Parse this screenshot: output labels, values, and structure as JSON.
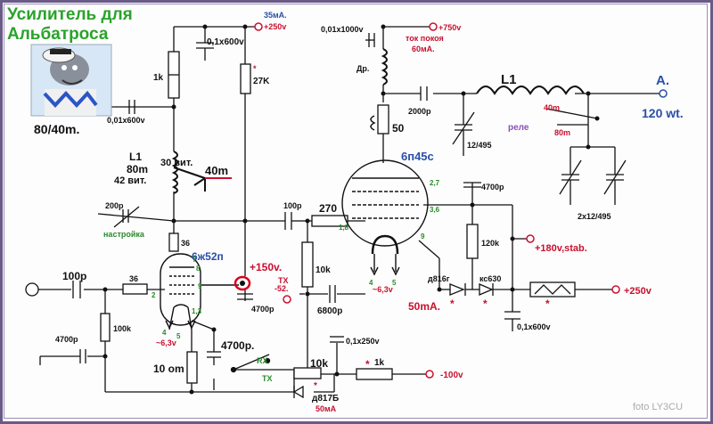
{
  "title_line1": "Усилитель для",
  "title_line2": "Альбатроса",
  "bands": "80/40m.",
  "credit": "foto LY3CU",
  "accent_colors": {
    "title": "#29a329",
    "voltage": "#c8102e",
    "tube": "#2a4fa8",
    "pins": "#2b8a2b"
  },
  "labels": {
    "c_01x600v_top": "0,1x600v",
    "r_1k": "1k",
    "c_001x600v": "0,01x600v",
    "l1_name": "L1",
    "l1_80m": "80m",
    "l1_30vit": "30 вит.",
    "l1_42vit": "42 вит.",
    "band_40m": "40m",
    "c_200p": "200p",
    "nastroika": "настройка",
    "r_36_grid": "36",
    "tube1": "6ж52п",
    "c_100p_in": "100p",
    "r_36_in": "36",
    "r_100k": "100k",
    "c_4700p_in": "4700p",
    "heater1": "~6,3v",
    "c_4700p_cat": "4700p.",
    "r_10om": "10 om",
    "i_35ma": "35мА.",
    "v_250_top": "+250v",
    "r_27k": "27K",
    "v_150": "+150v.",
    "c_4700p_mid": "4700p",
    "tx_label": "TX",
    "v_neg52": "-52.",
    "c_100p_mid": "100p",
    "r_270": "270",
    "r_10k_mid": "10k",
    "c_6800p": "6800p",
    "rx": "RX",
    "tx": "TX",
    "r_10k_bottom": "10k",
    "c_01x250v": "0,1x250v",
    "r_1k_bottom": "1k",
    "v_neg100": "-100v",
    "zener_d817": "д817Б",
    "i_50ma_bottom": "50мА",
    "c_001x1000v": "0,01x1000v",
    "v_750": "+750v",
    "tok_pokoya": "ток покоя",
    "i_60ma": "60мА.",
    "choke": "Др.",
    "c_2000p": "2000p",
    "r_50": "50",
    "tube2": "6п45с",
    "c_12_495": "12/495",
    "l1_out": "L1",
    "tap_40m": "40m",
    "rele": "реле",
    "tap_80m": "80m",
    "ant_a": "A.",
    "power_out": "120 wt.",
    "c_2x12_495": "2x12/495",
    "c_4700p_g2": "4700p",
    "r_120k": "120k",
    "v_180": "+180v,stab.",
    "heater2": "~6,3v",
    "zener_d816": "д816г",
    "zener_kc630": "кс630",
    "i_50ma": "50mA.",
    "v_250_right": "+250v",
    "c_01x600v_right": "0,1x600v",
    "pins": {
      "p7": "7",
      "p8": "8",
      "p9": "9",
      "p2": "2",
      "p13": "1,3",
      "p4": "4",
      "p5": "5",
      "p27": "2,7",
      "p36": "3,6",
      "p18": "1,8",
      "p9b": "9",
      "p4b": "4",
      "p5b": "5"
    }
  }
}
